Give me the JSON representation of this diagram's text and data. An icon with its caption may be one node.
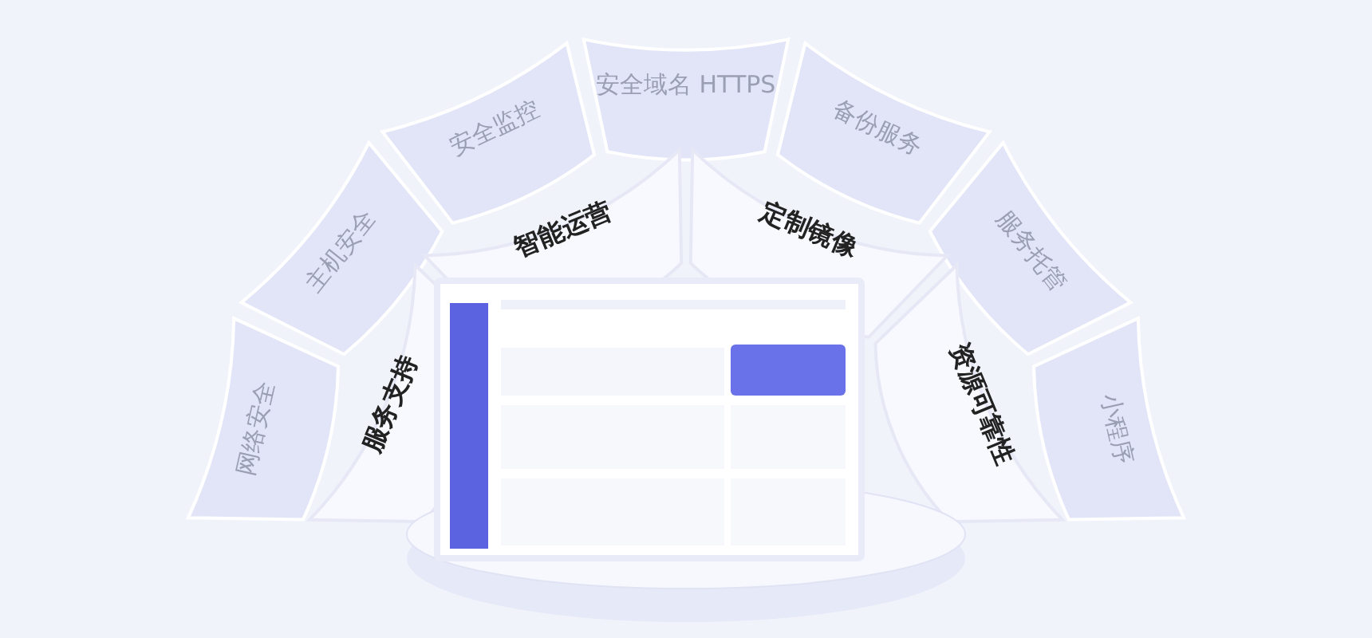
{
  "diagram": {
    "nodes": [
      {
        "text": [
          "网络安全"
        ]
      },
      {
        "text": [
          "主机安全"
        ]
      },
      {
        "text": [
          "安全监控"
        ]
      },
      {
        "text": [
          "安全域名 HTTPS"
        ]
      },
      {
        "text": [
          "备份服务"
        ]
      },
      {
        "text": [
          "服务托管"
        ]
      },
      {
        "text": [
          "小程序"
        ]
      },
      {
        "text": [
          "服务支持"
        ]
      },
      {
        "text": [
          "智能运营"
        ]
      },
      {
        "text": [
          "定制镜像"
        ]
      },
      {
        "text": [
          "资源可靠性"
        ]
      },
      {
        "text": [],
        "shape": "picture"
      }
    ]
  }
}
